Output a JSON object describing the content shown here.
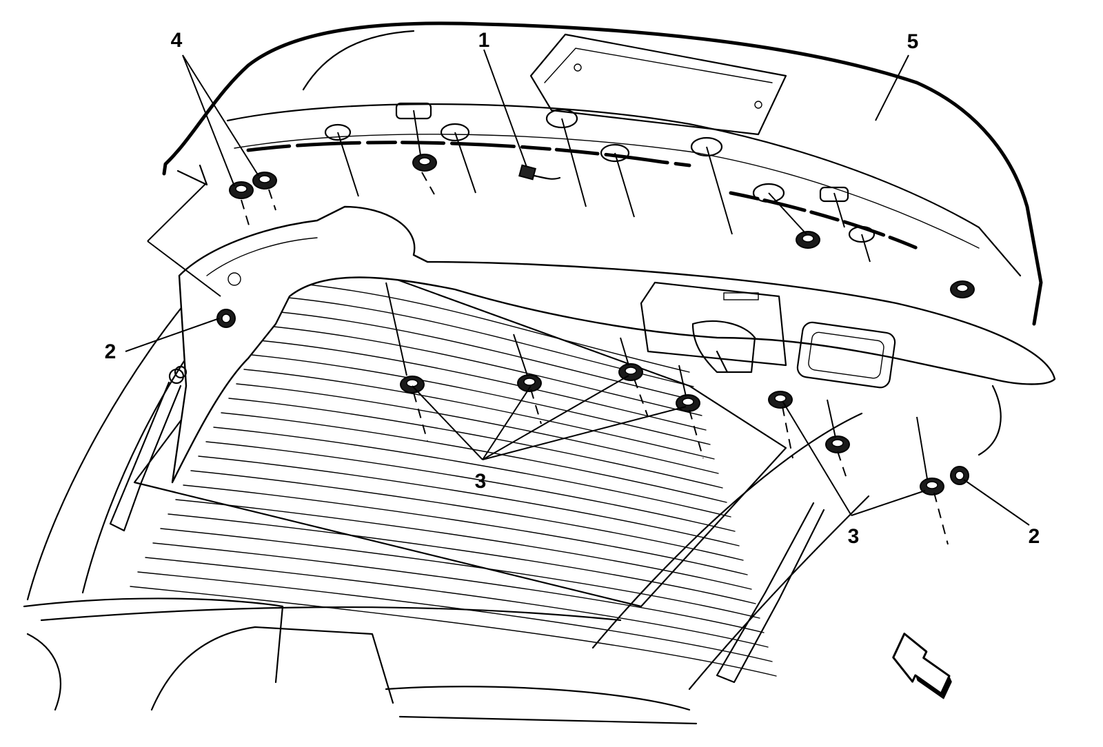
{
  "callouts": {
    "c1": "1",
    "c2_left": "2",
    "c2_right": "2",
    "c3_center": "3",
    "c3_right": "3",
    "c4": "4",
    "c5": "5"
  },
  "icons": {
    "view_arrow": "view-direction-arrow-icon",
    "fastener": "push-pin-retainer-icon",
    "bolt": "bolt-icon",
    "connector": "electrical-connector-icon"
  }
}
